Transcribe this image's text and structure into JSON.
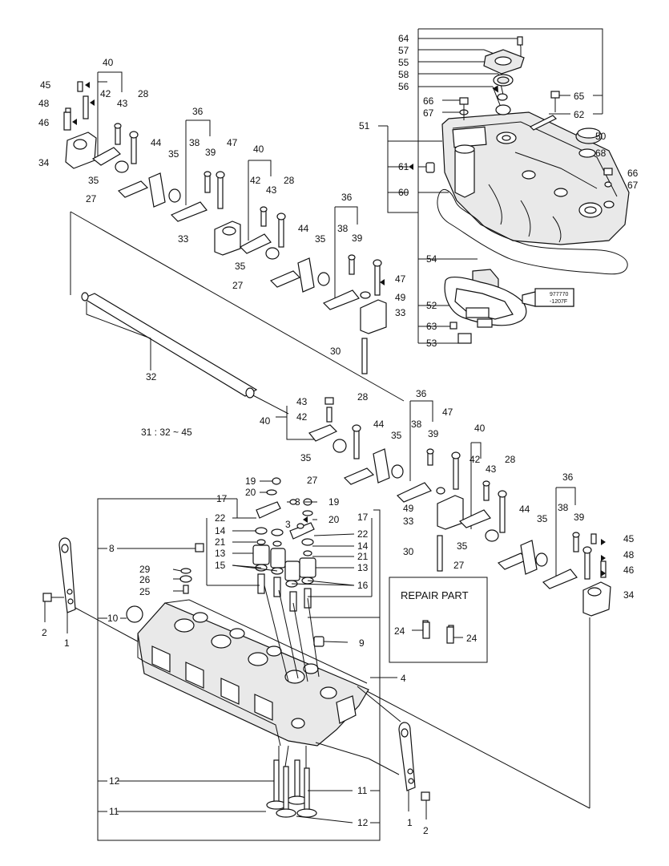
{
  "callouts": {
    "c64": "64",
    "c57": "57",
    "c55": "55",
    "c58": "58",
    "c56": "56",
    "c66a": "66",
    "c67a": "67",
    "c65": "65",
    "c62": "62",
    "c51": "51",
    "c50": "50",
    "c68": "68",
    "c61": "61",
    "c66b": "66",
    "c67b": "67",
    "c60": "60",
    "c54": "54",
    "c52": "52",
    "c63": "63",
    "c53": "53",
    "c40a": "40",
    "c45a": "45",
    "c42a": "42",
    "c48a": "48",
    "c43a": "43",
    "c28a": "28",
    "c46a": "46",
    "c34a": "34",
    "c35a": "35",
    "c44a": "44",
    "c27a": "27",
    "c36a": "36",
    "c38a": "38",
    "c39a": "39",
    "c47a": "47",
    "c40b": "40",
    "c42b": "42",
    "c28b": "28",
    "c43b": "43",
    "c33a": "33",
    "c35b": "35",
    "c44b": "44",
    "c36b": "36",
    "c38b": "38",
    "c39b": "39",
    "c35c": "35",
    "c27b": "27",
    "c47b": "47",
    "c49a": "49",
    "c33b": "33",
    "c30a": "30",
    "c32": "32",
    "c43c": "43",
    "c40c": "40",
    "c42c": "42",
    "c28c": "28",
    "c36c": "36",
    "c44c": "44",
    "c38c": "38",
    "c35d": "35",
    "c47c": "47",
    "c39c": "39",
    "c35e": "35",
    "c27c": "27",
    "c40d": "40",
    "c42d": "42",
    "c43d": "43",
    "c28d": "28",
    "c49b": "49",
    "c33c": "33",
    "c36d": "36",
    "c44d": "44",
    "c35f": "35",
    "c38d": "38",
    "c39d": "39",
    "c30b": "30",
    "c35g": "35",
    "c27d": "27",
    "c45b": "45",
    "c48b": "48",
    "c46b": "46",
    "c34b": "34",
    "c19a": "19",
    "c20a": "20",
    "c17a": "17",
    "c3a": "3",
    "c19b": "19",
    "c20b": "20",
    "c17b": "17",
    "c22a": "22",
    "c14a": "14",
    "c21a": "21",
    "c13a": "13",
    "c15": "15",
    "c3b": "3",
    "c22b": "22",
    "c14b": "14",
    "c21b": "21",
    "c13b": "13",
    "c16": "16",
    "c8": "8",
    "c29": "29",
    "c26": "26",
    "c25": "25",
    "c10": "10",
    "c9": "9",
    "c4": "4",
    "c2a": "2",
    "c1a": "1",
    "c12a": "12",
    "c11a": "11",
    "c11b": "11",
    "c12b": "12",
    "c1b": "1",
    "c2b": "2"
  },
  "group_note": "31 : 32 ~ 45",
  "repair_part": {
    "title": "REPAIR PART",
    "left_label": "24",
    "right_label": "24"
  },
  "sealant_tube": {
    "line1": "977770",
    "line2": "-1207F"
  }
}
